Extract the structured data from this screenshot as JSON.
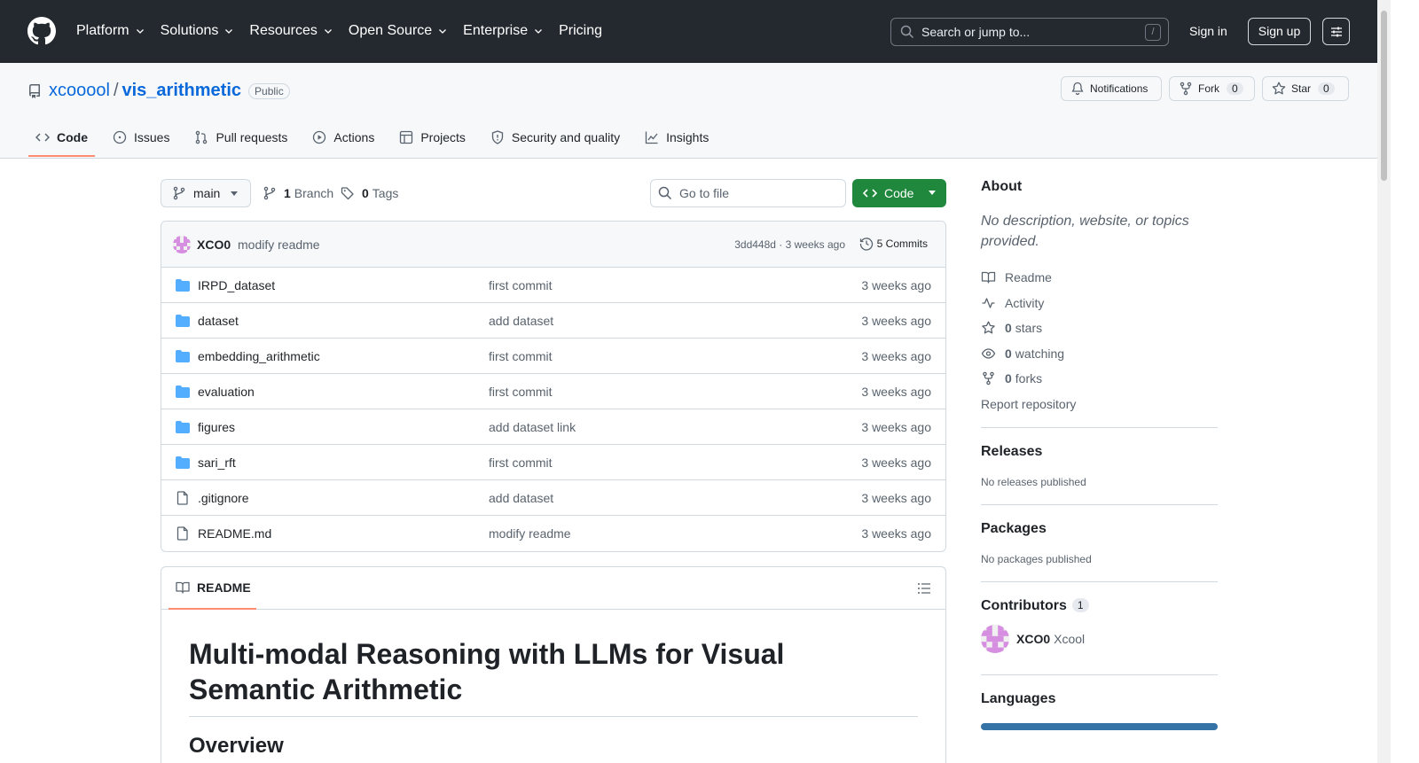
{
  "header": {
    "nav": [
      "Platform",
      "Solutions",
      "Resources",
      "Open Source",
      "Enterprise",
      "Pricing"
    ],
    "search_placeholder": "Search or jump to...",
    "search_key": "/",
    "signin": "Sign in",
    "signup": "Sign up"
  },
  "repo": {
    "owner": "xcooool",
    "separator": "/",
    "name": "vis_arithmetic",
    "visibility": "Public",
    "notifications": "Notifications",
    "fork": "Fork",
    "fork_count": "0",
    "star": "Star",
    "star_count": "0",
    "tabs": [
      "Code",
      "Issues",
      "Pull requests",
      "Actions",
      "Projects",
      "Security and quality",
      "Insights"
    ]
  },
  "toolbar": {
    "branch": "main",
    "branch_count": "1",
    "branch_label": "Branch",
    "tag_count": "0",
    "tag_label": "Tags",
    "go_to_file": "Go to file",
    "code_btn": "Code"
  },
  "commit": {
    "author": "XCO0",
    "message": "modify readme",
    "meta": "3dd448d · 3 weeks ago",
    "commits": "5 Commits"
  },
  "files": [
    {
      "name": "IRPD_dataset",
      "type": "dir",
      "commit": "first commit",
      "age": "3 weeks ago"
    },
    {
      "name": "dataset",
      "type": "dir",
      "commit": "add dataset",
      "age": "3 weeks ago"
    },
    {
      "name": "embedding_arithmetic",
      "type": "dir",
      "commit": "first commit",
      "age": "3 weeks ago"
    },
    {
      "name": "evaluation",
      "type": "dir",
      "commit": "first commit",
      "age": "3 weeks ago"
    },
    {
      "name": "figures",
      "type": "dir",
      "commit": "add dataset link",
      "age": "3 weeks ago"
    },
    {
      "name": "sari_rft",
      "type": "dir",
      "commit": "first commit",
      "age": "3 weeks ago"
    },
    {
      "name": ".gitignore",
      "type": "file",
      "commit": "add dataset",
      "age": "3 weeks ago"
    },
    {
      "name": "README.md",
      "type": "file",
      "commit": "modify readme",
      "age": "3 weeks ago"
    }
  ],
  "readme": {
    "tab": "README",
    "h1": "Multi-modal Reasoning with LLMs for Visual Semantic Arithmetic",
    "h2": "Overview"
  },
  "sidebar": {
    "about_title": "About",
    "about_desc": "No description, website, or topics provided.",
    "readme": "Readme",
    "activity": "Activity",
    "stars_count": "0",
    "stars_label": "stars",
    "watching_count": "0",
    "watching_label": "watching",
    "forks_count": "0",
    "forks_label": "forks",
    "report": "Report repository",
    "releases_title": "Releases",
    "releases_desc": "No releases published",
    "packages_title": "Packages",
    "packages_desc": "No packages published",
    "contributors_title": "Contributors",
    "contributors_count": "1",
    "contributor_login": "XCO0",
    "contributor_name": "Xcool",
    "languages_title": "Languages"
  },
  "colors": {
    "header_bg": "#24292f",
    "accent": "#0969da",
    "code_button": "#1f883d",
    "tab_underline": "#fd8c73",
    "folder": "#54aeff",
    "language_bar": "#3572A5"
  }
}
